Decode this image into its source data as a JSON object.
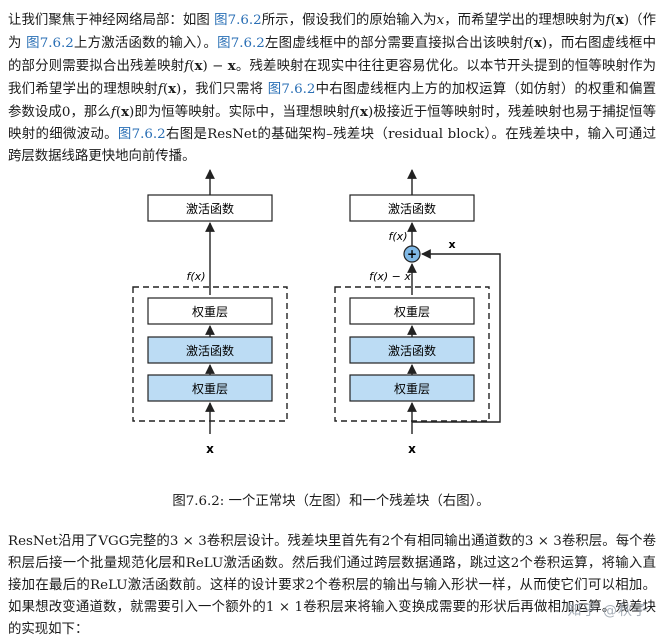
{
  "p1": {
    "s1": "让我们聚焦于神经网络局部：如图 ",
    "fig_ref": "图7.6.2",
    "s2": "所示，假设我们的原始输入为",
    "s3": "，而希望学出的理想映射为",
    "s4": "（作为 ",
    "s5": "上方激活函数的输入）。",
    "s6": "左图虚线框中的部分需要直接拟合出该映射",
    "s7": "，而右图虚线框中的部分则需要拟合出残差映射",
    "s8": "。残差映射在现实中往往更容易优化。以本节开头提到的恒等映射作为我们希望学出的理想映射",
    "s9": "，我们只需将 ",
    "s10": "中右图虚线框内上方的加权运算（如仿射）的权重和偏置参数设成0，那么",
    "s11": "即为恒等映射。实际中，当理想映射",
    "s12": "极接近于恒等映射时，残差映射也易于捕捉恒等映射的细微波动。",
    "s13": "右图是ResNet的基础架构–残差块（residual block）。在残差块中，输入可通过跨层数据线路更快地向前传播。"
  },
  "math": {
    "x": "x",
    "f": "f",
    "bx": "x",
    "lp": "(",
    "rp": ")",
    "minus": " − "
  },
  "figure": {
    "activation": "激活函数",
    "weight_layer": "权重层",
    "input": "x",
    "fx": "f(x)",
    "fx_minus_x": "f(x) − x",
    "shortcut": "x",
    "plus": "+"
  },
  "caption": "图7.6.2: 一个正常块（左图）和一个残差块（右图）。",
  "p2": {
    "text": "ResNet沿用了VGG完整的3 × 3卷积层设计。残差块里首先有2个有相同输出通道数的3 × 3卷积层。每个卷积层后接一个批量规范化层和ReLU激活函数。然后我们通过跨层数据通路，跳过这2个卷积运算，将输入直接加在最后的ReLU激活函数前。这样的设计要求2个卷积层的输出与输入形状一样，从而使它们可以相加。如果想改变通道数，就需要引入一个额外的1 × 1卷积层来将输入变换成需要的形状后再做相加运算。残差块的实现如下："
  },
  "watermark": "知乎 @秋子",
  "colors": {
    "link": "#2a6fb5",
    "box_fill_blue": "#bcdcf4",
    "box_stroke": "#222222",
    "plus_fill": "#7fb8e6"
  }
}
